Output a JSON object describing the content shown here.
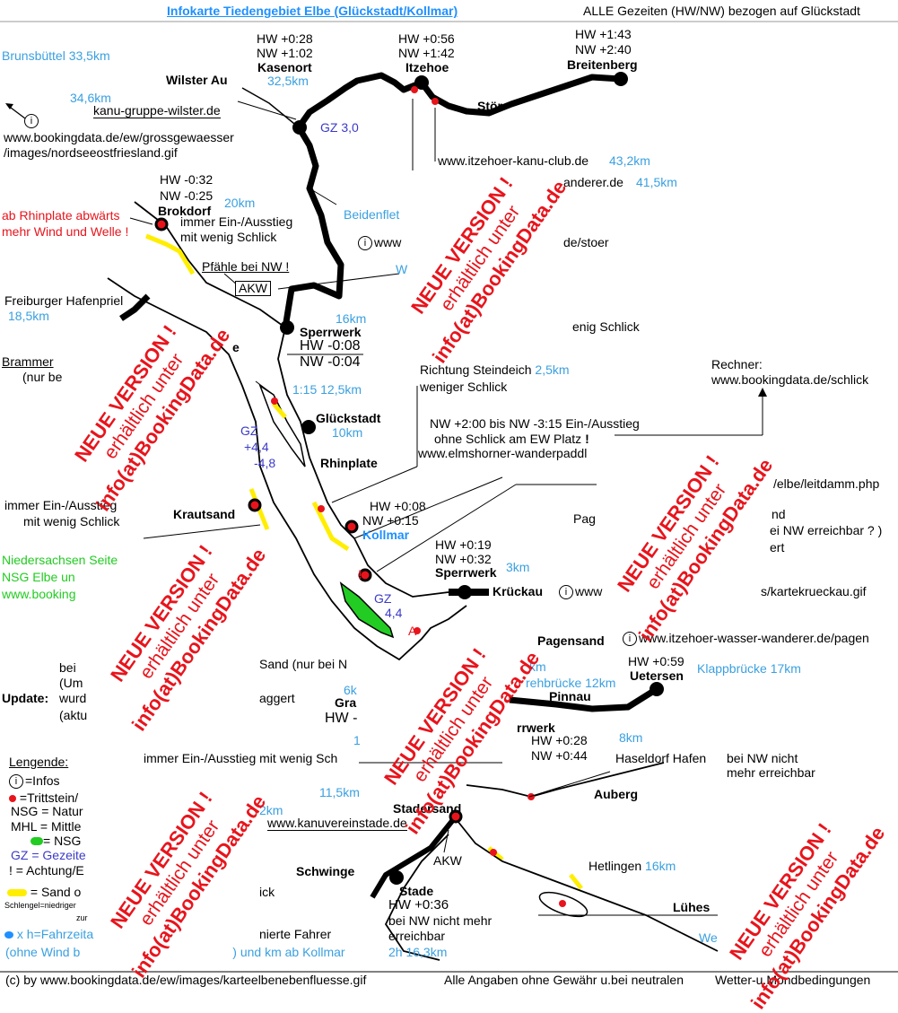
{
  "header": {
    "title": "Infokarte Tiedengebiet Elbe (Glückstadt/Kollmar)",
    "right_note": "ALLE Gezeiten (HW/NW) bezogen auf Glückstadt"
  },
  "places": {
    "brunsbuettel": "Brunsbüttel 33,5km",
    "wilster_au": "Wilster Au",
    "wilster_km": "34,6km",
    "wilster_club": "kanu-gruppe-wilster.de",
    "kasenort_hw": "HW +0:28",
    "kasenort_nw": "NW +1:02",
    "kasenort": "Kasenort",
    "kasenort_km": "32,5km",
    "itzehoe_hw": "HW +0:56",
    "itzehoe_nw": "NW +1:42",
    "itzehoe": "Itzehoe",
    "breitenberg_hw": "HW +1:43",
    "breitenberg_nw": "NW +2:40",
    "breitenberg": "Breitenberg",
    "stoer": "Stör",
    "gz30": "GZ 3,0",
    "info_url1": "www.bookingdata.de/ew/grossgewaesser",
    "info_url2": "/images/nordseeostfriesland.gif",
    "itzehoe_club": "www.itzehoer-kanu-club.de",
    "itzehoe_club_km": "43,2km",
    "wanderer_frag": "anderer.de",
    "wanderer_km": "41,5km",
    "brokdorf_hw": "HW -0:32",
    "brokdorf_nw": "NW -0:25",
    "brokdorf": "Brokdorf",
    "brokdorf_km": "20km",
    "rhinplate_warn1": "ab Rhinplate abwärts",
    "rhinplate_warn2": "mehr Wind und Welle !",
    "brokdorf_slick1": "immer Ein-/Ausstieg",
    "brokdorf_slick2": "mit wenig Schlick",
    "beidenfleth": "Beidenflet",
    "www_frag": "www",
    "stoer_frag": "de/stoer",
    "w_frag": "W",
    "pfaehle": "Pfähle bei NW !",
    "akw1": "AKW",
    "freiburger": "Freiburger Hafenpriel",
    "freiburger_km": "18,5km",
    "km16": "16km",
    "sperrwerk1": "Sperrwerk",
    "sperrwerk1_hw": "HW -0:08",
    "sperrwerk1_nw": "NW -0:04",
    "wenig_schlick_frag": "enig Schlick",
    "brammer": "Brammer",
    "nur_be": "(nur be",
    "e_frag": "e",
    "steindeich1": "Richtung Steindeich",
    "steindeich_km": "2,5km",
    "steindeich2": "weniger Schlick",
    "rechner1": "Rechner:",
    "rechner2": "www.bookingdata.de/schlick",
    "km1251": "1:15 12,5km",
    "glueckstadt": "Glückstadt",
    "glueckstadt_km": "10km",
    "ew_platz1": "NW +2:00 bis NW -3:15 Ein-/Ausstieg",
    "ew_platz2": "ohne Schlick am EW Platz",
    "ew_bang": "!",
    "elmshorner": "www.elmshorner-wanderpaddl",
    "gz_a": "GZ",
    "gz_b": "+4,4",
    "gz_c": "-4,8",
    "rhinplate": "Rhinplate",
    "leitdamm": "/elbe/leitdamm.php",
    "krautsand_slick1": "immer Ein-/Ausstieg",
    "krautsand_slick2": "mit wenig Schlick",
    "krautsand": "Krautsand",
    "kollmar_hw": "HW +0:08",
    "kollmar_nw": "NW +0:15",
    "kollmar": "Kollmar",
    "pag_frag": "Pag",
    "nd_frag": "nd",
    "ei_nw": "ei NW erreichbar ? )",
    "ert_frag": "ert",
    "nds1": "Niedersachsen Seite",
    "nds2": "NSG Elbe un",
    "nds3": "www.booking",
    "sperrwerk2_hw": "HW +0:19",
    "sperrwerk2_nw": "NW +0:32",
    "sperrwerk2": "Sperrwerk",
    "sperrwerk2_km": "3km",
    "bang2": "!",
    "krueckau": "Krückau",
    "krueckau_www": "www",
    "krueckau_url": "s/kartekrueckau.gif",
    "gz_44a": "GZ",
    "gz_44b": "4,4",
    "marker_a": "A",
    "pagensand": "Pagensand",
    "pagensand_url": "www.itzehoer-wasser-wanderer.de/pagen",
    "sand_nur": "Sand (nur bei N",
    "bei_frag": "bei",
    "um_frag": "(Um",
    "update": "Update:",
    "wurd_frag": "wurd",
    "aggert": "aggert",
    "aktu_frag": "(aktu",
    "km6": "6k",
    "gra_frag": "Gra",
    "hw_frag": "HW -",
    "km_frag_top": "km",
    "drehbruecke": "rehbrücke 12km",
    "uetersen_hw": "HW +0:59",
    "uetersen": "Uetersen",
    "klappbruecke": "Klappbrücke 17km",
    "pinnau": "Pinnau",
    "sperrwerk3": "rrwerk",
    "sperrwerk3_hw": "HW +0:28",
    "sperrwerk3_nw": "NW +0:44",
    "sperrwerk3_km": "8km",
    "stade_slick": "immer Ein-/Ausstieg mit wenig Sch",
    "one_frag": "1",
    "haseldorf": "Haseldorf Hafen",
    "haseldorf_nw1": "bei NW nicht",
    "haseldorf_nw2": "mehr erreichbar",
    "legend_title": "Lengende:",
    "legend_infos": "=Infos",
    "legend_tritt": " =Trittstein/",
    "legend_nsg": "NSG = Natur",
    "legend_mhl": "MHL = Mittle",
    "legend_nsg2": "= NSG",
    "legend_gz": "GZ = Gezeite",
    "legend_warn": "! = Achtung/E",
    "legend_sand": "= Sand o",
    "legend_schlengel": "Schlengel=niedriger",
    "legend_zur": "zur",
    "legend_fahr": "x h=Fahrzeita",
    "legend_wind": "(ohne Wind b",
    "legend_wind_tail": ") und km ab Kollmar",
    "ick_frag": "ick",
    "nierte": "nierte Fahrer",
    "km115": "11,5km",
    "km2": "2km",
    "stadersand": "Stadersand",
    "kanuverein": "www.kanuvereinstade.de",
    "auberg": "Auberg",
    "akw2": "AKW",
    "schwinge": "Schwinge",
    "hetlingen": "Hetlingen",
    "hetlingen_km": "16km",
    "stade": "Stade",
    "stade_hw": "HW +0:36",
    "stade_nw1": "bei NW nicht mehr",
    "stade_nw2": "erreichbar",
    "stade_time": "2h 16,3km",
    "luehes": "Lühes",
    "we_frag": "We",
    "footer_left": "(c) by www.bookingdata.de/ew/images/karteelbenebenfluesse.gif",
    "footer_right": "Alle Angaben ohne Gewähr u.bei neutralen",
    "footer_right2": "Wetter-u.Mondbedingungen"
  },
  "watermark": {
    "line1": "NEUE VERSION !",
    "line2": "erhältlich unter",
    "line3": "info(at)BookingData.de"
  },
  "colors": {
    "river": "#000000",
    "sand": "#ffee00",
    "nsg": "#22cc22",
    "watermark": "#e8141c",
    "km": "#3aa0e0",
    "gz": "#3b3bc8"
  }
}
